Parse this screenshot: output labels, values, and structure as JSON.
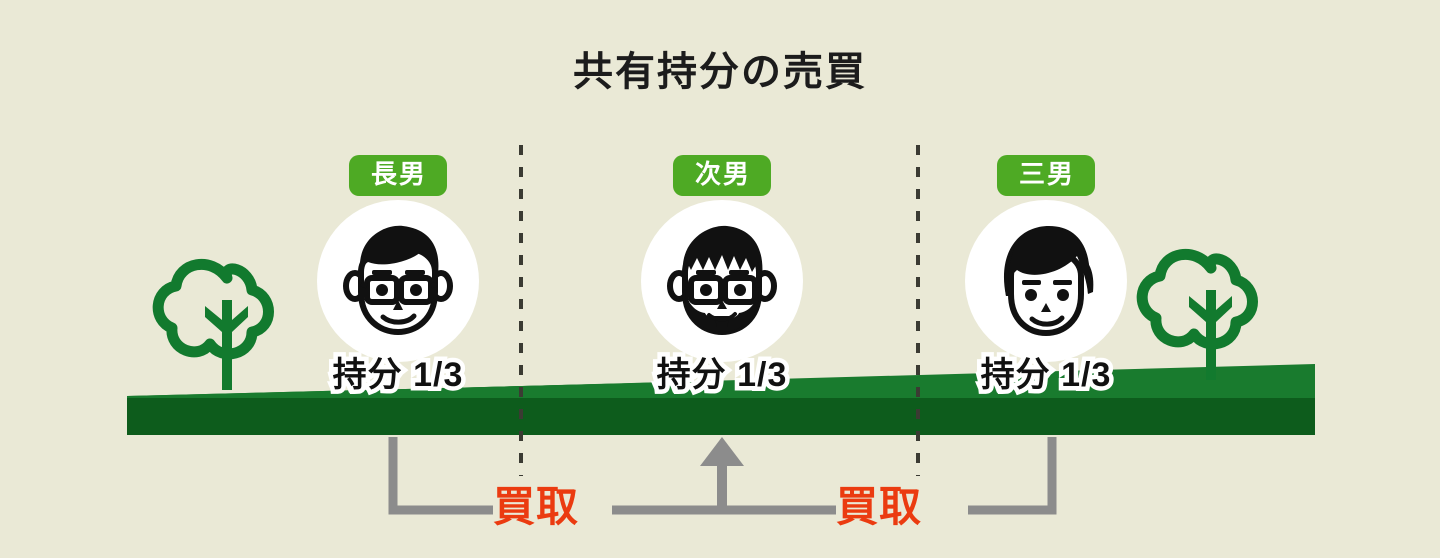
{
  "diagram": {
    "title": "共有持分の売買",
    "background_color": "#eae9d6",
    "land": {
      "top_color": "#197b2e",
      "front_color": "#0d5c1c",
      "name": "shared-land"
    },
    "divider_color": "#3b3b33",
    "persons": [
      {
        "badge": "長男",
        "share": "持分 1/3",
        "avatar": "man-with-glasses-face-icon",
        "badge_color": "#4eaa24"
      },
      {
        "badge": "次男",
        "share": "持分 1/3",
        "avatar": "man-with-glasses-and-beard-face-icon",
        "badge_color": "#4eaa24"
      },
      {
        "badge": "三男",
        "share": "持分 1/3",
        "avatar": "young-man-face-icon",
        "badge_color": "#4eaa24"
      }
    ],
    "transactions": [
      {
        "label": "買取",
        "color": "#eb3b10",
        "direction": "left-to-center"
      },
      {
        "label": "買取",
        "color": "#eb3b10",
        "direction": "right-to-center"
      }
    ],
    "arrow": {
      "name": "upward-arrow",
      "color": "#8c8c8c"
    },
    "trees": [
      {
        "name": "tree-left-icon",
        "color": "#127a2e"
      },
      {
        "name": "tree-right-icon",
        "color": "#127a2e"
      }
    ]
  }
}
